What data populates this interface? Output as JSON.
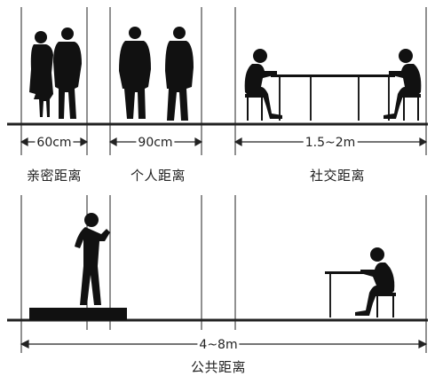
{
  "measurements": {
    "intimate": "60cm",
    "personal": "90cm",
    "social": "1.5~2m",
    "public": "4~8m"
  },
  "zones": {
    "intimate": "亲密距离",
    "personal": "个人距离",
    "social": "社交距离",
    "public": "公共距离"
  },
  "colors": {
    "figure": "#111111",
    "line": "#222222",
    "text": "#222222"
  }
}
